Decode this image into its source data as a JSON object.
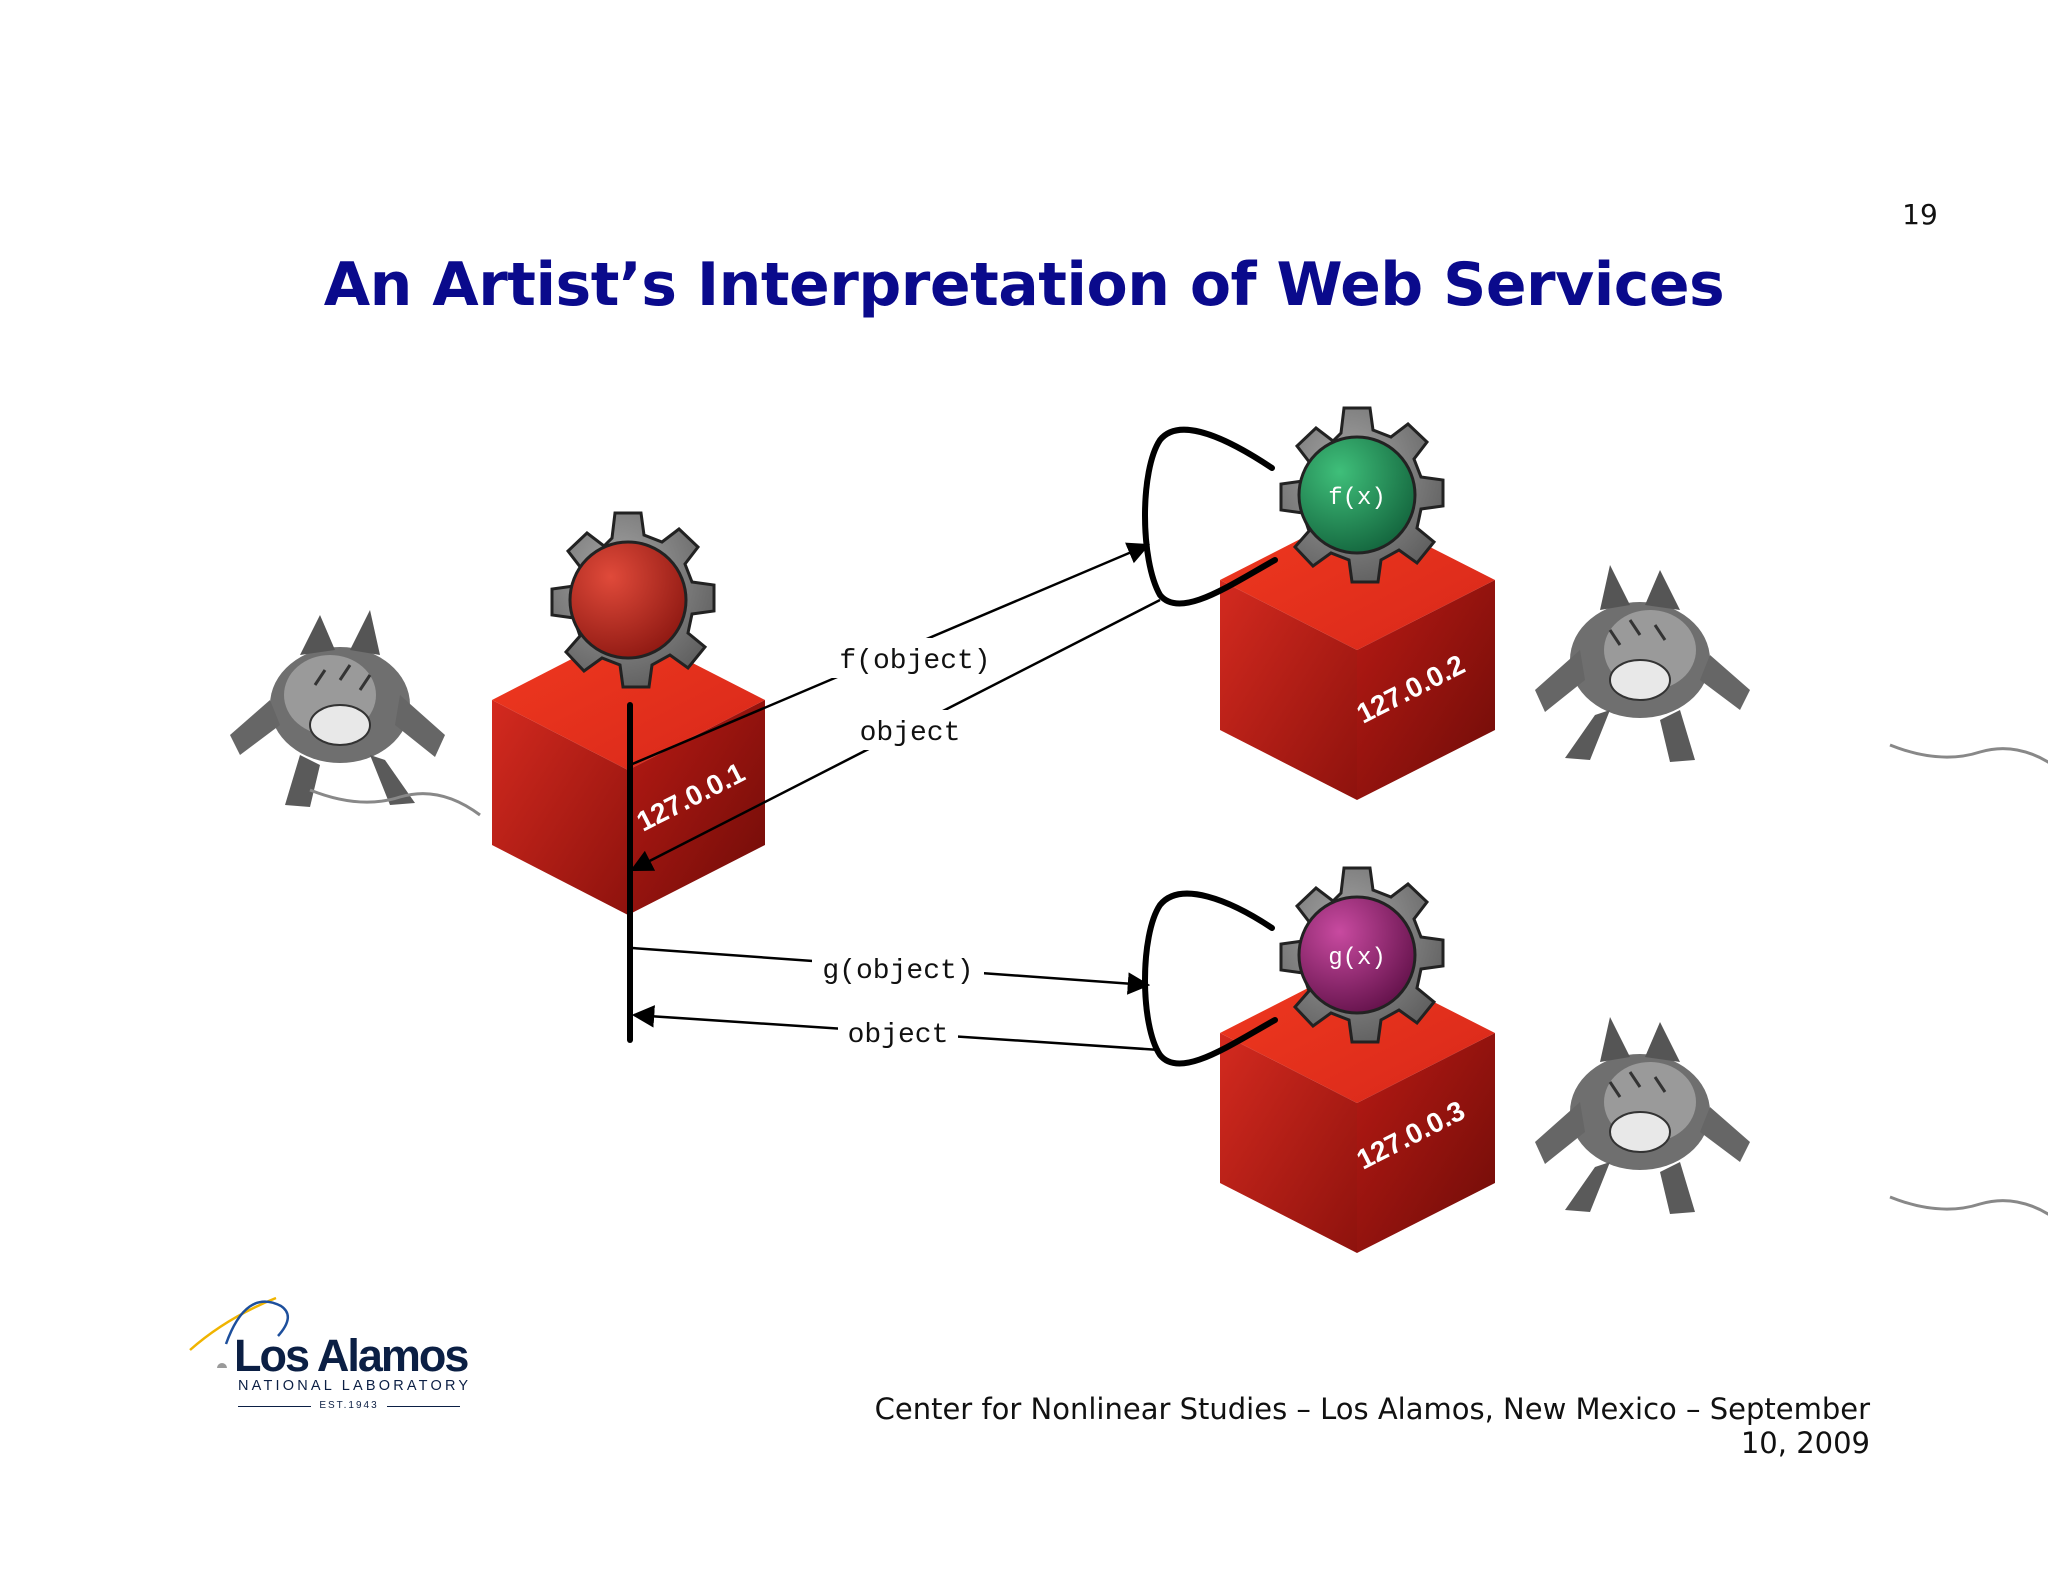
{
  "slide": {
    "page_number": "19",
    "title": "An Artist’s Interpretation of Web Services",
    "footer": "Center for Nonlinear Studies – Los Alamos, New Mexico – September 10, 2009"
  },
  "logo": {
    "name": "Los Alamos",
    "subtitle": "NATIONAL LABORATORY",
    "established": "EST.1943"
  },
  "nodes": {
    "client": {
      "ip": "127.0.0.1",
      "ball_color": "#b22222"
    },
    "server_f": {
      "ip": "127.0.0.2",
      "function": "f(x)",
      "ball_color": "#1e8a4f"
    },
    "server_g": {
      "ip": "127.0.0.3",
      "function": "g(x)",
      "ball_color": "#8e1f6b"
    }
  },
  "messages": {
    "f_request": "f(object)",
    "f_response": "object",
    "g_request": "g(object)",
    "g_response": "object"
  },
  "colors": {
    "title": "#0a0a8c",
    "cube_red": "#c8221a",
    "gear_gray": "#7a7a7a"
  }
}
